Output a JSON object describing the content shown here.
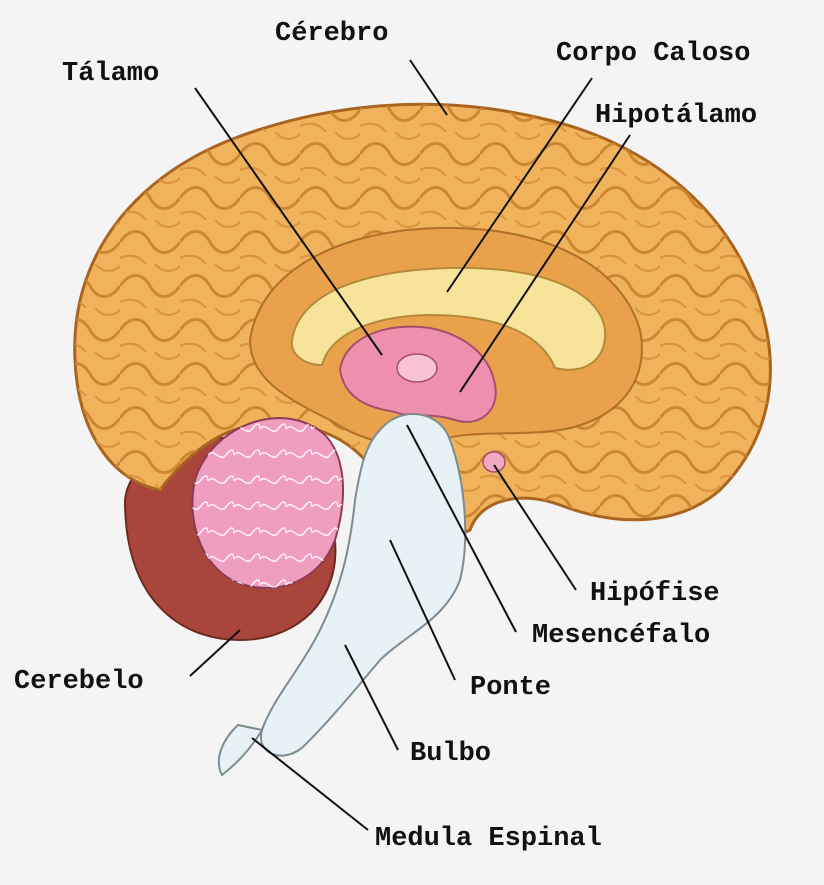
{
  "diagram": {
    "labels": {
      "cerebro": "Cérebro",
      "corpo_caloso": "Corpo Caloso",
      "talamo": "Tálamo",
      "hipotalamo": "Hipotálamo",
      "hipofise": "Hipófise",
      "mesencefalo": "Mesencéfalo",
      "cerebelo": "Cerebelo",
      "ponte": "Ponte",
      "bulbo": "Bulbo",
      "medula_espinal": "Medula Espinal"
    },
    "colors": {
      "background": "#f4f4f4",
      "cerebrum": "#f0b25a",
      "cerebrum_shadow": "#c97f2c",
      "corpus_callosum": "#f8e39a",
      "thalamus": "#ee8fae",
      "cerebellum": "#ef9ec0",
      "cerebellum_outer": "#a9453b",
      "brainstem": "#e6f2f5",
      "label_text": "#111111"
    }
  }
}
